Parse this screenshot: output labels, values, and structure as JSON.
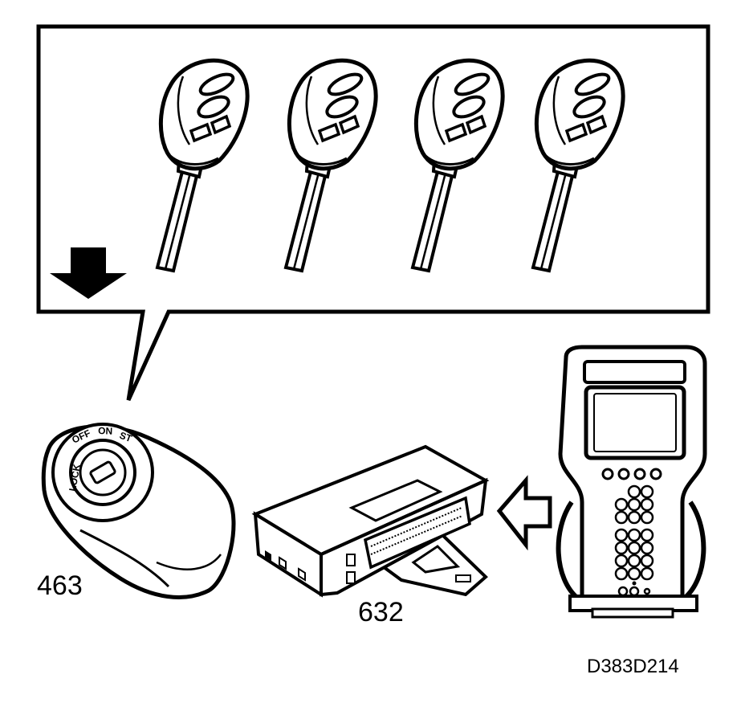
{
  "labels": {
    "ignition_switch": "463",
    "control_module": "632",
    "figure_code": "D383D214"
  },
  "ignition_switch_markings": {
    "lock": "LOCK",
    "off": "OFF",
    "on": "ON",
    "st": "ST"
  },
  "keys": {
    "count": 4
  },
  "colors": {
    "ink": "#000000",
    "paper": "#ffffff",
    "shade": "#bfbfbf"
  }
}
